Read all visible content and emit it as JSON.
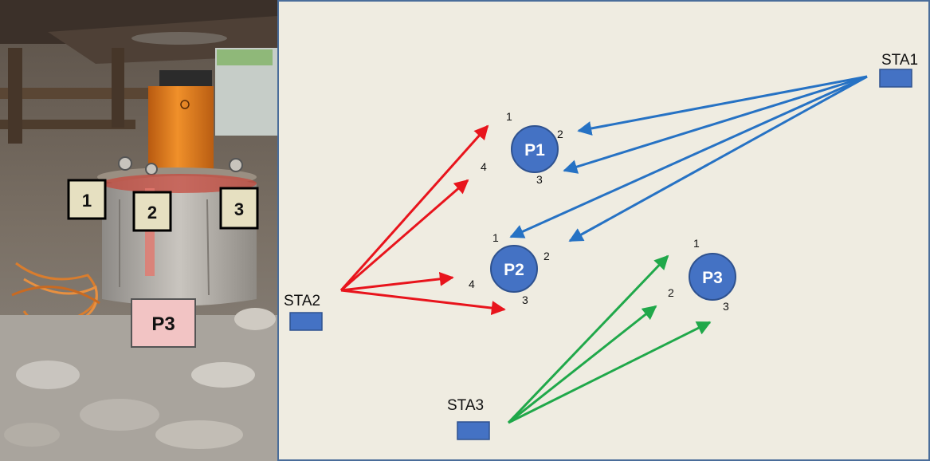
{
  "photo": {
    "labels": {
      "marker1": "1",
      "marker2": "2",
      "marker3": "3",
      "pile": "P3"
    }
  },
  "diagram": {
    "stations": {
      "sta1": "STA1",
      "sta2": "STA2",
      "sta3": "STA3"
    },
    "points": {
      "p1": "P1",
      "p2": "P2",
      "p3": "P3"
    },
    "sub_labels": {
      "p1": [
        "1",
        "2",
        "3",
        "4"
      ],
      "p2": [
        "1",
        "2",
        "3",
        "4"
      ],
      "p3": [
        "1",
        "2",
        "3"
      ]
    }
  },
  "colors": {
    "sta1_arrows": "#2672c4",
    "sta2_arrows": "#e8141c",
    "sta3_arrows": "#20a84a",
    "point_fill": "#4472c4",
    "station_fill": "#4472c4",
    "diagram_bg": "#efece1",
    "border": "#4a6d9a"
  }
}
